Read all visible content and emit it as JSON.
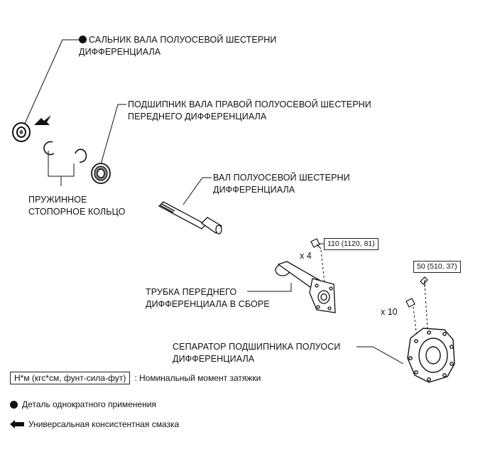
{
  "labels": {
    "oil_seal": [
      "САЛЬНИК ВАЛА ПОЛУОСЕВОЙ ШЕСТЕРНИ",
      "ДИФФЕРЕНЦИАЛА"
    ],
    "bearing": [
      "ПОДШИПНИК ВАЛА ПРАВОЙ ПОЛУОСЕВОЙ ШЕСТЕРНИ",
      "ПЕРЕДНЕГО ДИФФЕРЕНЦИАЛА"
    ],
    "shaft": [
      "ВАЛ ПОЛУОСЕВОЙ ШЕСТЕРНИ",
      "ДИФФЕРЕНЦИАЛА"
    ],
    "snap_ring": [
      "ПРУЖИННОЕ",
      "СТОПОРНОЕ КОЛЬЦО"
    ],
    "tube": [
      "ТРУБКА ПЕРЕДНЕГО",
      "ДИФФЕРЕНЦИАЛА В СБОРЕ"
    ],
    "retainer": [
      "СЕПАРАТОР ПОДШИПНИКА ПОЛУОСИ",
      "ДИФФЕРЕНЦИАЛА"
    ]
  },
  "torque": {
    "tube_bolt": "110 (1120, 81)",
    "retainer_bolt": "50 (510, 37)"
  },
  "multipliers": {
    "tube_bolt": "x 4",
    "retainer_bolt": "x 10"
  },
  "legend": {
    "torque_key": "Н*м (кгс*см, фунт-сила-фут)",
    "torque_text": ": Номинальный момент затяжки",
    "non_reusable": "Деталь однократного применения",
    "grease": "Универсальная консистентная смазка"
  },
  "icons": {
    "non_reusable": "filled-circle-icon",
    "grease": "arrow-left-icon"
  }
}
